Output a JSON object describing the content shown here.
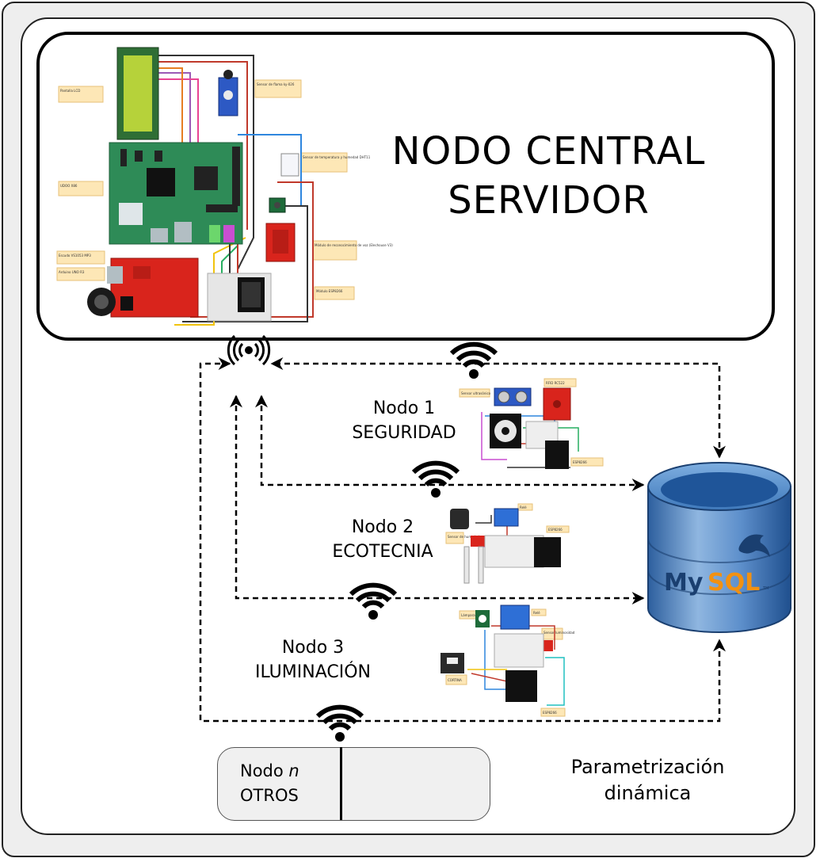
{
  "server": {
    "title_line1": "NODO CENTRAL",
    "title_line2": "SERVIDOR"
  },
  "nodes": [
    {
      "line1": "Nodo 1",
      "line2": "SEGURIDAD"
    },
    {
      "line1": "Nodo 2",
      "line2": "ECOTECNIA"
    },
    {
      "line1": "Nodo 3",
      "line2": "ILUMINACIÓN"
    }
  ],
  "other_node": {
    "prefix": "Nodo ",
    "variable": "n",
    "line2": "OTROS"
  },
  "parametrization": {
    "line1": "Parametrización",
    "line2": "dinámica"
  },
  "database": {
    "logo_my": "My",
    "logo_sql": "SQL",
    "logo_tm": "TM"
  },
  "colors": {
    "db_light": "#4f8fd0",
    "db_dark": "#1f4f8e",
    "arrow": "#000000",
    "breadboard_red": "#d9241c",
    "board_green": "#2e8b57",
    "lcd_green": "#b6d23a"
  },
  "icons": {
    "wifi": "wifi-icon",
    "antenna": "antenna-icon",
    "database": "database-icon"
  },
  "circuit_notes": {
    "server": [
      "Pantalla LCD",
      "UDOO X86",
      "Sensor de flama ky-026",
      "Sensor de temperatura y humedad DHT11",
      "Módulo de reconocimiento de voz (Elechouse V3)",
      "Escudo VS1053 MP3",
      "Arduino UNO R3",
      "Módulo ESP8266"
    ],
    "node1": [
      "Sensor ultrasónico",
      "RFID RC522",
      "ESP8266"
    ],
    "node2": [
      "Relé",
      "Sensor de humedad",
      "ESP8266"
    ],
    "node3": [
      "Lámpara",
      "Relé",
      "Sensor luminosidad",
      "CORTINA",
      "ESP8266"
    ]
  }
}
